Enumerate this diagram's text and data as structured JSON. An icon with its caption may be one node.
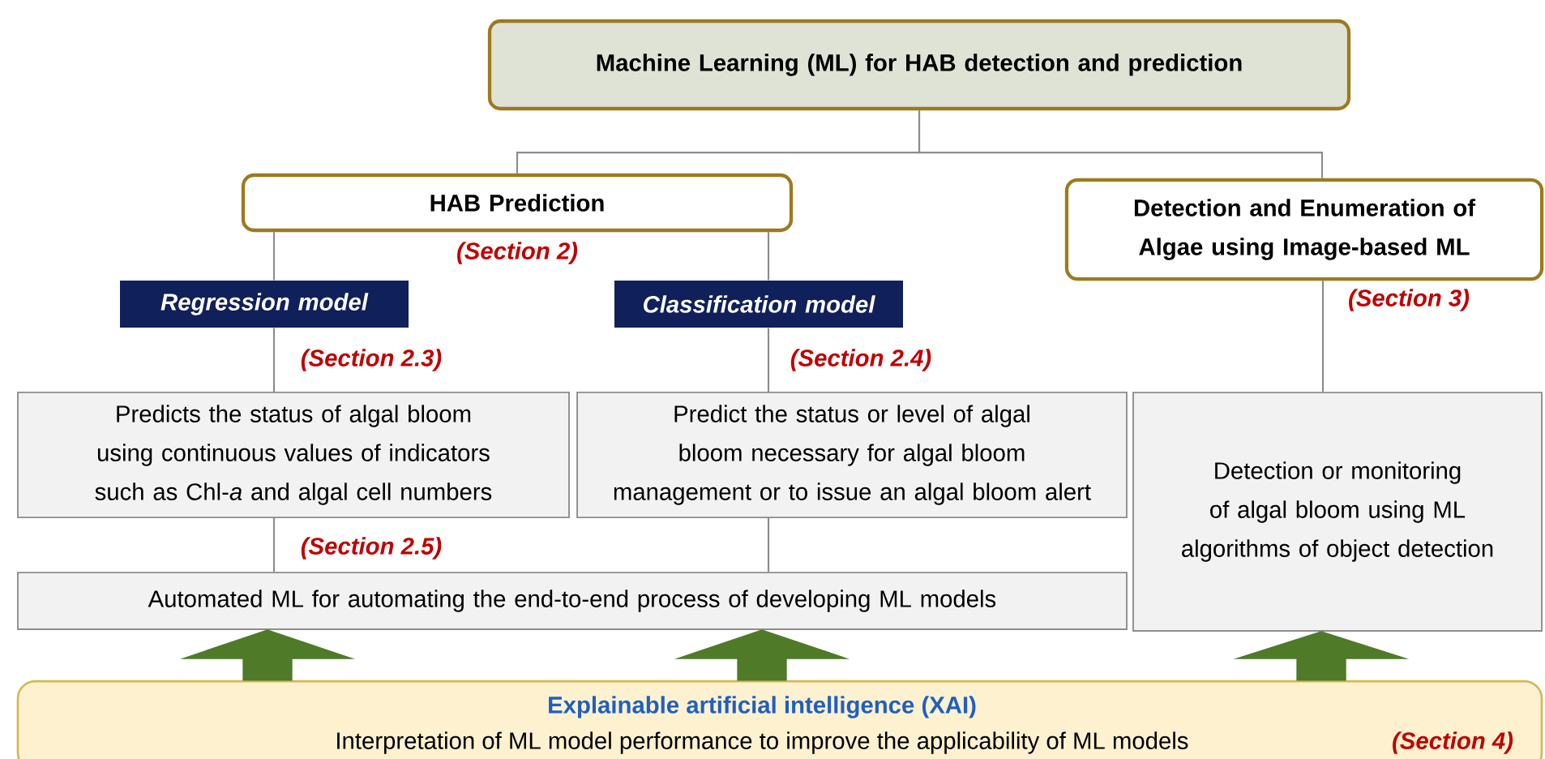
{
  "diagram": {
    "nodes": [
      {
        "text": [
          "Machine Learning (ML) for HAB detection and prediction"
        ]
      },
      {
        "text": [
          "HAB Prediction"
        ],
        "beside": [
          "(Section 2)"
        ]
      },
      {
        "text": [
          "Detection and Enumeration of Algae using Image-based ML"
        ],
        "beside": [
          "(Section 3)"
        ]
      },
      {
        "text": [
          "Regression model"
        ],
        "beside": [
          "(Section 2.3)"
        ]
      },
      {
        "text": [
          "Classification model"
        ],
        "beside": [
          "(Section 2.4)"
        ]
      },
      {
        "text": [
          "Predicts the status of algal bloom using continuous values of indicators such as Chl-*a* and algal cell numbers"
        ]
      },
      {
        "text": [
          "Predict the status or level of algal bloom necessary for algal bloom management or to issue an algal bloom alert"
        ]
      },
      {
        "text": [
          "Detection or monitoring of algal bloom using ML algorithms of object detection"
        ]
      },
      {
        "text": [
          "Automated ML for automating the end-to-end process of developing ML models"
        ],
        "beside": [
          "(Section 2.5)"
        ]
      },
      {
        "text": [
          "Explainable artificial intelligence (XAI)",
          "Interpretation of ML model performance to improve the applicability of ML models",
          "(Section 4)"
        ]
      }
    ],
    "edges": [
      {
        "from": 0,
        "to": 1,
        "arrow": "none"
      },
      {
        "from": 0,
        "to": 2,
        "arrow": "none"
      },
      {
        "from": 1,
        "to": 3,
        "arrow": "none"
      },
      {
        "from": 3,
        "to": 5,
        "arrow": "none"
      },
      {
        "from": 1,
        "to": 4,
        "arrow": "none"
      },
      {
        "from": 4,
        "to": 6,
        "arrow": "none"
      },
      {
        "from": 2,
        "to": 7,
        "arrow": "none"
      },
      {
        "from": 5,
        "to": 8,
        "arrow": "none"
      },
      {
        "from": 6,
        "to": 8,
        "arrow": "none"
      },
      {
        "from": 9,
        "to": 8,
        "arrow": "to",
        "style": "thick",
        "color": "#4f7a28"
      },
      {
        "from": 9,
        "to": 8,
        "arrow": "to",
        "style": "thick",
        "color": "#4f7a28"
      },
      {
        "from": 9,
        "to": 7,
        "arrow": "to",
        "style": "thick",
        "color": "#4f7a28"
      }
    ]
  }
}
